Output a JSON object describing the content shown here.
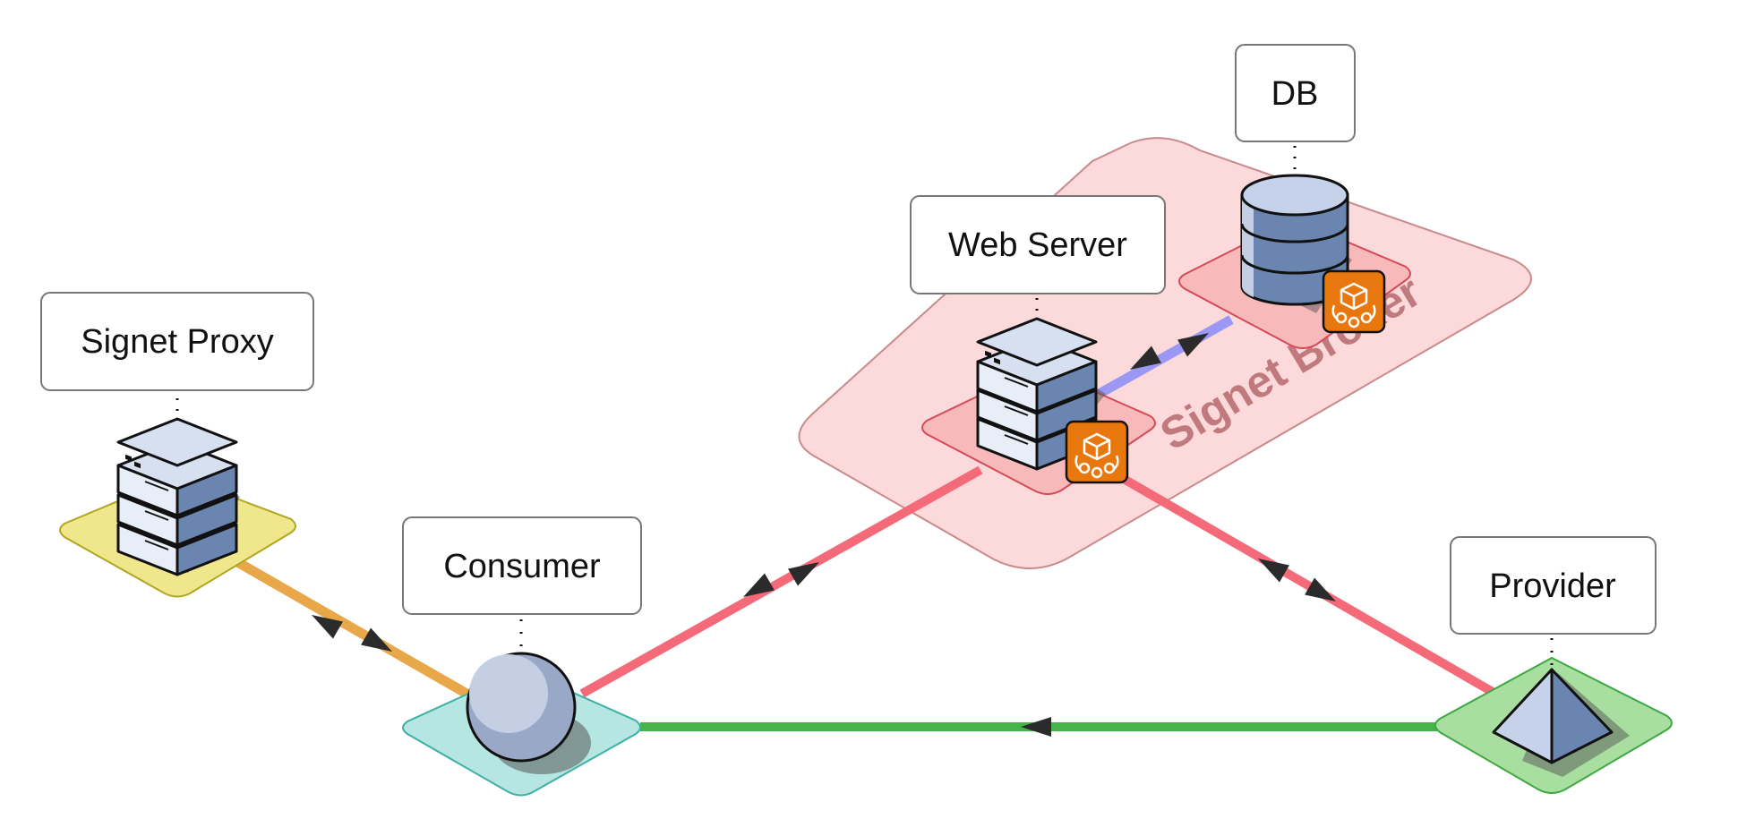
{
  "diagram": {
    "group": {
      "label": "Signet Broker",
      "fill": "#fcd9da",
      "stroke": "#c98a8c",
      "text_color": "#c07a7d"
    },
    "nodes": {
      "signet_proxy": {
        "label": "Signet Proxy",
        "icon": "server-icon",
        "base_color": "#f0e68c"
      },
      "consumer": {
        "label": "Consumer",
        "icon": "sphere-icon",
        "base_color": "#b5e6e2"
      },
      "web_server": {
        "label": "Web Server",
        "icon": "server-icon",
        "badge": "cube-badge-icon",
        "base_color": "#f8b9bb"
      },
      "db": {
        "label": "DB",
        "icon": "database-icon",
        "badge": "cube-badge-icon",
        "base_color": "#f8b9bb"
      },
      "provider": {
        "label": "Provider",
        "icon": "pyramid-icon",
        "base_color": "#a8dea0"
      }
    },
    "edges": [
      {
        "from": "signet_proxy",
        "to": "consumer",
        "color": "#e8a84a",
        "direction": "both"
      },
      {
        "from": "consumer",
        "to": "web_server",
        "color": "#f56a78",
        "direction": "both"
      },
      {
        "from": "web_server",
        "to": "db",
        "color": "#9b97f5",
        "direction": "both"
      },
      {
        "from": "web_server",
        "to": "provider",
        "color": "#f56a78",
        "direction": "both"
      },
      {
        "from": "provider",
        "to": "consumer",
        "color": "#46b44a",
        "direction": "forward"
      }
    ],
    "colors": {
      "badge": "#e8780e",
      "server_front": "#6a86b0",
      "server_top": "#d6e0f0"
    }
  }
}
